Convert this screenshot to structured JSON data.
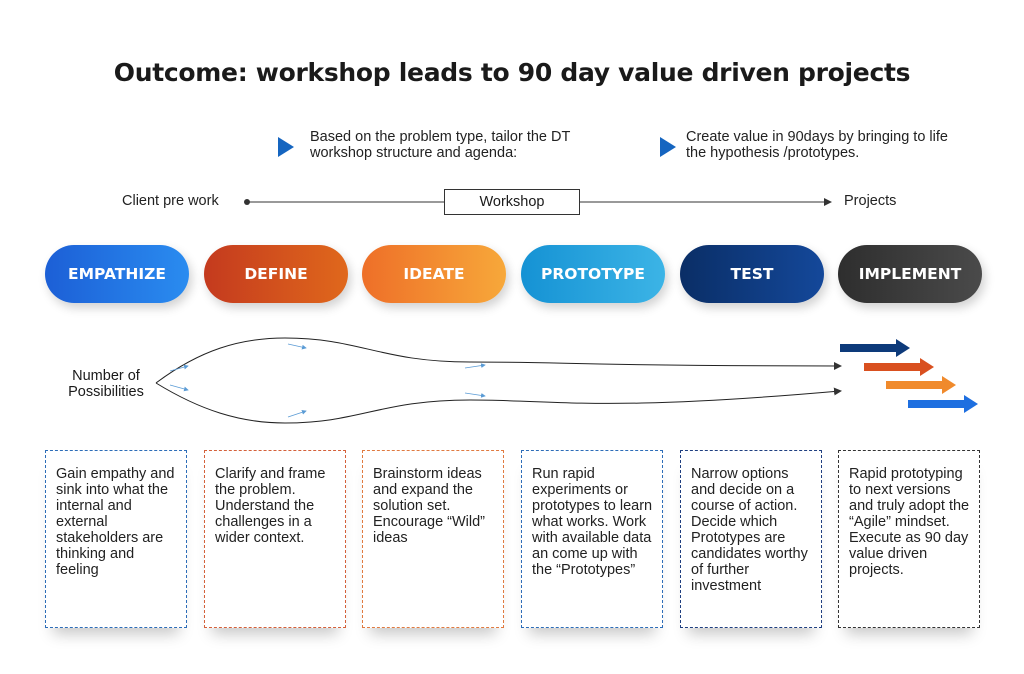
{
  "title": "Outcome: workshop leads to 90 day value driven projects",
  "notes": [
    {
      "text": "Based on the problem type, tailor the DT workshop structure and agenda:"
    },
    {
      "text": "Create value in 90days by bringing to life the hypothesis /prototypes."
    }
  ],
  "timeline": {
    "start_label": "Client pre work",
    "middle_label": "Workshop",
    "end_label": "Projects"
  },
  "phases": [
    {
      "label": "EMPATHIZE",
      "color": "#1e6fe0",
      "gradient": [
        "#1c5fd6",
        "#2a8cf0"
      ],
      "description": "Gain empathy and sink into what the internal and external stakeholders are thinking and feeling",
      "border_color": "#2d6db8"
    },
    {
      "label": "DEFINE",
      "color": "#d9501f",
      "gradient": [
        "#c43a1e",
        "#e0681c"
      ],
      "description": "Clarify and frame the problem. Understand the challenges in a wider context.",
      "border_color": "#d4603a"
    },
    {
      "label": "IDEATE",
      "color": "#f08a2c",
      "gradient": [
        "#ee6f28",
        "#f7a83a"
      ],
      "description": "Brainstorm ideas and expand the solution set. Encourage “Wild” ideas",
      "border_color": "#e07a40"
    },
    {
      "label": "PROTOTYPE",
      "color": "#1aa0d8",
      "gradient": [
        "#1592d4",
        "#3cb4e6"
      ],
      "description": "Run rapid experiments or prototypes to learn what works. Work with available data an come up with the “Prototypes”",
      "border_color": "#2d6db8"
    },
    {
      "label": "TEST",
      "color": "#0d3a7a",
      "gradient": [
        "#0a2e66",
        "#14489a"
      ],
      "description": "Narrow options and decide on a course of action. Decide which Prototypes are candidates worthy of further investment",
      "border_color": "#1f3f80"
    },
    {
      "label": "IMPLEMENT",
      "color": "#3c3c3c",
      "gradient": [
        "#2e2e2e",
        "#4a4a4a"
      ],
      "description": "Rapid prototyping to next versions and truly adopt the “Agile” mindset. Execute as 90 day value driven projects.",
      "border_color": "#333333"
    }
  ],
  "possibilities_label": "Number of Possibilities",
  "arrow_colors": [
    "#0d3a7a",
    "#d9501f",
    "#f08a2c",
    "#1e6fe0"
  ],
  "icons": {
    "bullet": "play-triangle-icon",
    "flow_arrow": "arrow-right-icon"
  }
}
